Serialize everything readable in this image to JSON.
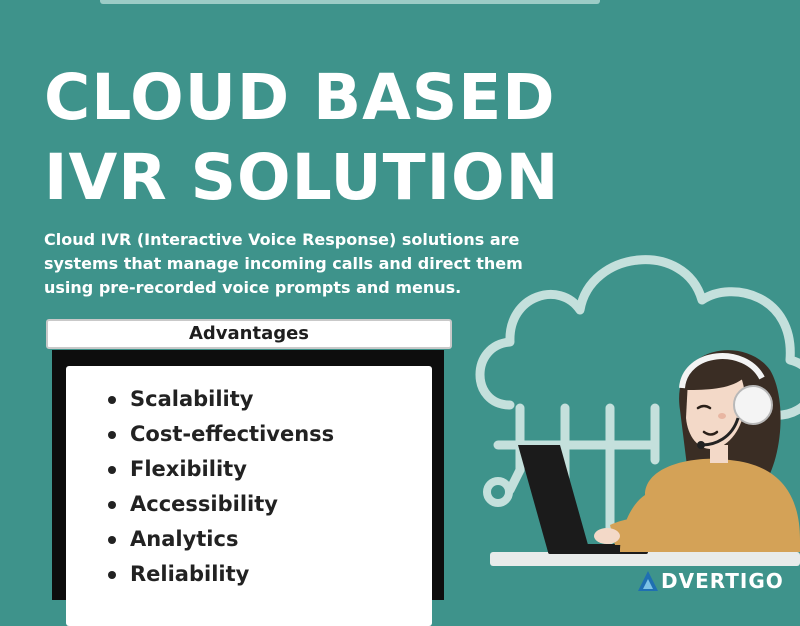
{
  "title": {
    "line1": "CLOUD BASED",
    "line2": "IVR SOLUTION"
  },
  "description": {
    "line1": "Cloud IVR (Interactive Voice Response) solutions are",
    "line2": "systems that manage incoming calls and direct them",
    "line3": "using pre-recorded voice prompts and menus."
  },
  "advantages": {
    "heading": "Advantages",
    "items": [
      "Scalability",
      "Cost-effectivenss",
      "Flexibility",
      "Accessibility",
      "Analytics",
      "Reliability"
    ]
  },
  "illustration": {
    "icon": "cloud-agent-illustration-icon"
  },
  "watermark": {
    "text": "DVERTIGO",
    "icon": "advertigo-logo-icon"
  },
  "colors": {
    "background": "#3e938b",
    "text": "#ffffff",
    "box": "#0d0d0d",
    "hair": "#3a2d24",
    "sweater": "#d4a257"
  }
}
